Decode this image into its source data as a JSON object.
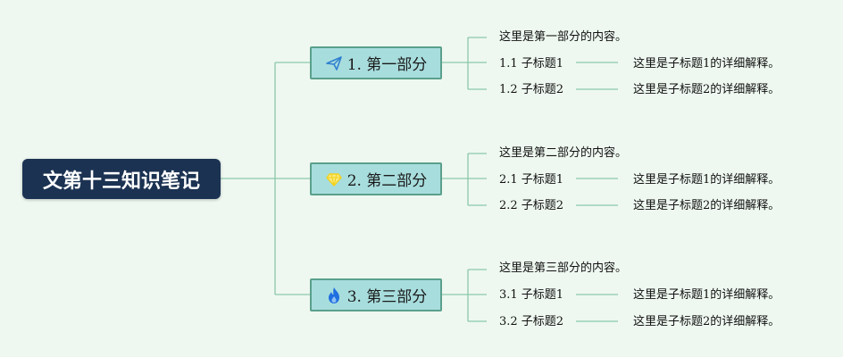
{
  "root": {
    "title": "文第十三知识笔记"
  },
  "sections": [
    {
      "title": "1. 第一部分",
      "icon": "paper-plane-icon",
      "content": "这里是第一部分的内容。",
      "subs": [
        {
          "label": "1.1 子标题1",
          "detail": "这里是子标题1的详细解释。"
        },
        {
          "label": "1.2 子标题2",
          "detail": "这里是子标题2的详细解释。"
        }
      ]
    },
    {
      "title": "2. 第二部分",
      "icon": "diamond-icon",
      "content": "这里是第二部分的内容。",
      "subs": [
        {
          "label": "2.1 子标题1",
          "detail": "这里是子标题1的详细解释。"
        },
        {
          "label": "2.2 子标题2",
          "detail": "这里是子标题2的详细解释。"
        }
      ]
    },
    {
      "title": "3. 第三部分",
      "icon": "flame-icon",
      "content": "这里是第三部分的内容。",
      "subs": [
        {
          "label": "3.1 子标题1",
          "detail": "这里是子标题1的详细解释。"
        },
        {
          "label": "3.2 子标题2",
          "detail": "这里是子标题2的详细解释。"
        }
      ]
    }
  ],
  "colors": {
    "background": "#eef8f0",
    "root_fill": "#1b3252",
    "section_fill": "#a8dddd",
    "section_border": "#5aa08c",
    "connector": "#8cc8aa",
    "paper_plane": "#2f7fd0",
    "diamond": "#f2d21e",
    "flame": "#1f6fe0"
  }
}
